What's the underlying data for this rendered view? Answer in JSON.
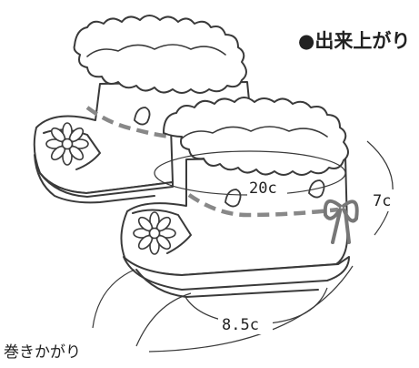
{
  "title": "●出来上がり",
  "dimensions": {
    "circumference": "20c",
    "height": "7c",
    "sole_length": "8.5c"
  },
  "callout": "巻きかがり",
  "colors": {
    "line": "#3a3a3a",
    "accent": "#888888",
    "background": "#ffffff"
  }
}
